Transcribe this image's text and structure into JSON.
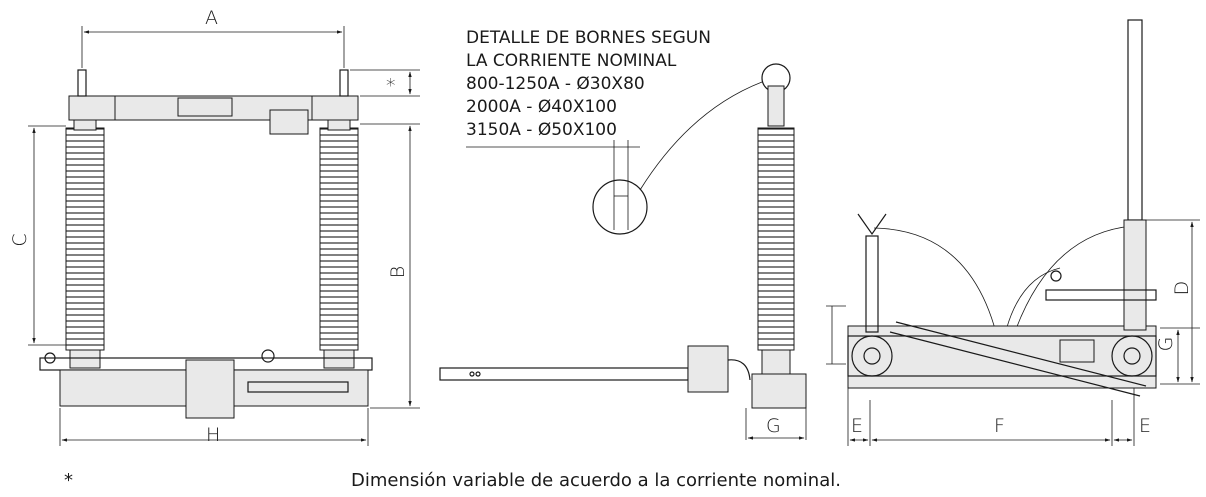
{
  "dimension_labels": {
    "A": "A",
    "B": "B",
    "C": "C",
    "D": "D",
    "E_left": "E",
    "E_right": "E",
    "F": "F",
    "G_side": "G",
    "G_right": "G",
    "H": "H",
    "star": "*"
  },
  "terminal_detail": {
    "lines": [
      "DETALLE DE BORNES SEGUN",
      "LA CORRIENTE NOMINAL",
      "800-1250A - Ø30X80",
      "2000A - Ø40X100",
      "3150A - Ø50X100"
    ]
  },
  "footnote": {
    "symbol": "*",
    "text": "Dimensión variable de acuerdo a la corriente nominal."
  }
}
